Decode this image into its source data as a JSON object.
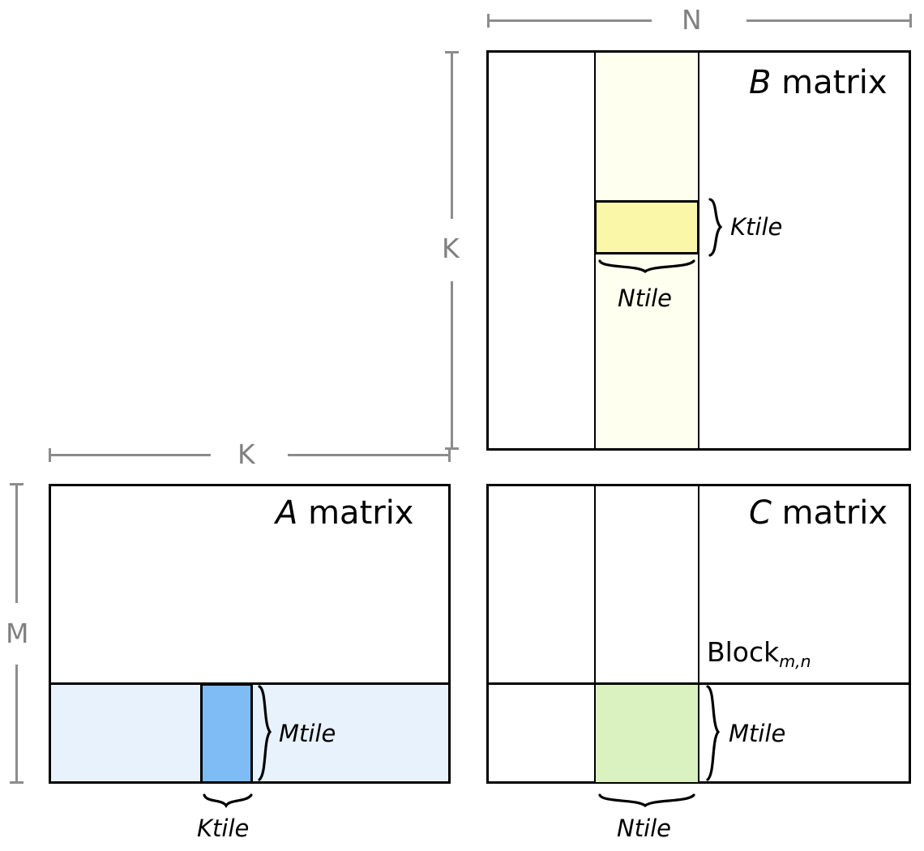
{
  "diagram": {
    "title_text_present": false,
    "colors": {
      "outline": "#000000",
      "dim_ruler": "#8c8c8c",
      "dim_label": "#808080",
      "b_column_strip": "#fffff0",
      "b_ktile_tile": "#faf8a8",
      "a_row_strip": "#e8f2fd",
      "a_ktile_tile": "#7fbcf5",
      "c_block_tile": "#d9f2c0",
      "background": "#ffffff"
    }
  },
  "matrices": {
    "b": {
      "title_italic": "B",
      "title_rest": " matrix",
      "tile_row_label": "Ktile",
      "tile_col_label": "Ntile"
    },
    "a": {
      "title_italic": "A",
      "title_rest": " matrix",
      "tile_row_label": "Mtile",
      "tile_col_label": "Ktile"
    },
    "c": {
      "title_italic": "C",
      "title_rest": " matrix",
      "block_label_base": "Block",
      "block_label_sub": "m,n",
      "tile_row_label": "Mtile",
      "tile_col_label": "Ntile"
    }
  },
  "dimensions": {
    "n_top": "N",
    "k_vertical": "K",
    "k_horizontal": "K",
    "m_vertical": "M"
  }
}
